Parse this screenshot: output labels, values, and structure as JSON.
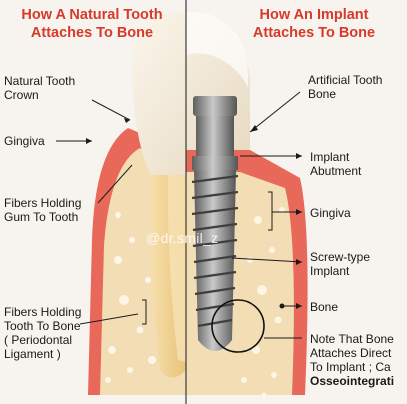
{
  "titles": {
    "left": [
      "How A Natural Tooth",
      "Attaches To Bone"
    ],
    "right": [
      "How An Implant",
      "Attaches To Bone"
    ]
  },
  "left_labels": {
    "crown": [
      "Natural Tooth",
      "Crown"
    ],
    "gingiva": "Gingiva",
    "fibers_gum": [
      "Fibers Holding",
      "Gum To Tooth"
    ],
    "fibers_bone": [
      "Fibers Holding",
      "Tooth To Bone",
      "( Periodontal",
      "Ligament )"
    ]
  },
  "right_labels": {
    "artificial": [
      "Artificial Tooth",
      "Bone"
    ],
    "abutment": [
      "Implant",
      "Abutment"
    ],
    "gingiva": "Gingiva",
    "screw": [
      "Screw-type",
      "Implant"
    ],
    "bone": "Bone",
    "note": [
      "Note That Bone",
      "Attaches Direct",
      "To Implant ; Ca",
      "Osseointegrati"
    ]
  },
  "watermark": "@dr.smil_z",
  "colors": {
    "title": "#d63a2b",
    "gum": "#e8685a",
    "bone": "#f2ddb4",
    "bone_pores": "#ffffff",
    "enamel": "#f4ecdc",
    "root": "#f0d08c",
    "metal": "#8a8a8a"
  }
}
